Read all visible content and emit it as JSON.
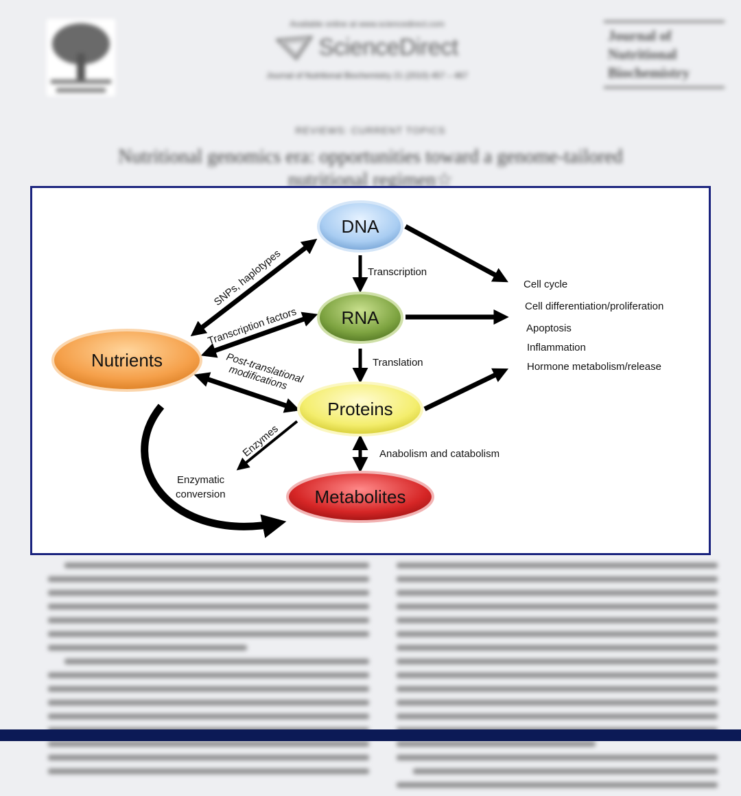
{
  "header": {
    "available_online": "Available online at www.sciencedirect.com",
    "platform_name": "ScienceDirect",
    "citation": "Journal of Nutritional Biochemistry 21 (2010) 457 – 467",
    "journal_title_lines": [
      "Journal of",
      "Nutritional",
      "Biochemistry"
    ]
  },
  "article": {
    "section": "REVIEWS: CURRENT TOPICS",
    "title": "Nutritional genomics era: opportunities toward a genome-tailored nutritional regimen☆"
  },
  "diagram": {
    "nodes": {
      "dna": "DNA",
      "rna": "RNA",
      "nutrients": "Nutrients",
      "proteins": "Proteins",
      "metabolites": "Metabolites"
    },
    "edge_labels": {
      "transcription": "Transcription",
      "translation": "Translation",
      "snps": "SNPs, haplotypes",
      "transcription_factors": "Transcription factors",
      "ptm_line1": "Post-translational",
      "ptm_line2": "modifications",
      "enzymes": "Enzymes",
      "anabolism": "Anabolism and catabolism",
      "enzymatic_line1": "Enzymatic",
      "enzymatic_line2": "conversion"
    },
    "outcomes": [
      "Cell cycle",
      "Cell differentiation/proliferation",
      "Apoptosis",
      "Inflammation",
      "Hormone metabolism/release"
    ],
    "colors": {
      "dna": "#a9cdf2",
      "rna": "#7da340",
      "nutrients": "#f5a04a",
      "proteins": "#f4ee6e",
      "metabolites": "#d62626",
      "frame": "#1a237e"
    }
  }
}
